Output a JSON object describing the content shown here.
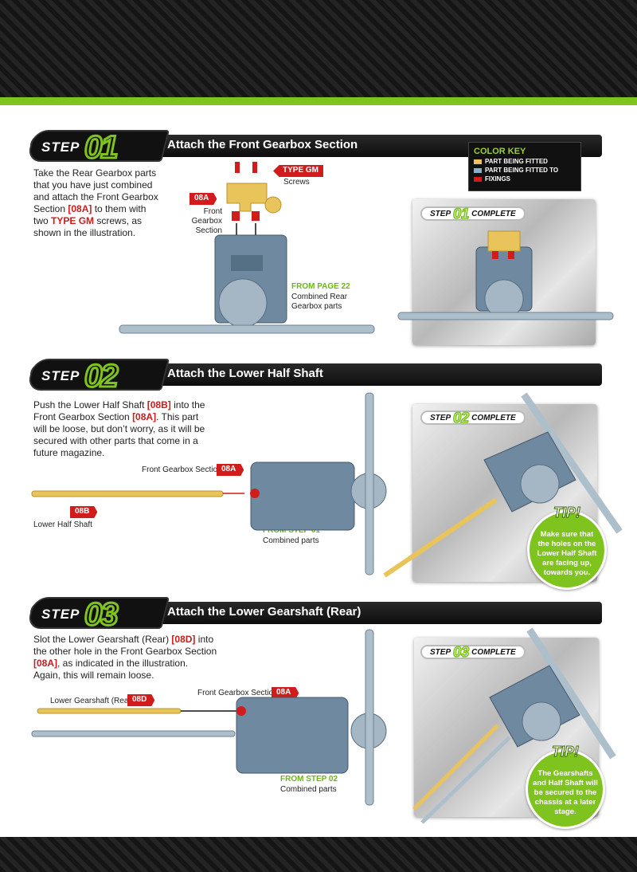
{
  "colors": {
    "accent_green": "#7fc31f",
    "tag_red": "#d21c1c",
    "part_yellow": "#e8c45a",
    "part_blue": "#7f9cb0",
    "fixing_red": "#d21c1c"
  },
  "color_key": {
    "title": "COLOR KEY",
    "items": [
      {
        "label": "PART BEING FITTED",
        "color": "#e8c45a"
      },
      {
        "label": "PART BEING FITTED TO",
        "color": "#8fb0c9"
      },
      {
        "label": "FIXINGS",
        "color": "#d21c1c"
      }
    ]
  },
  "steps": [
    {
      "word": "STEP",
      "num": "01",
      "title": "Attach the Front Gearbox Section",
      "text": [
        "Take the Rear Gearbox parts",
        "that you have just combined",
        "and attach the Front Gearbox",
        "Section ",
        "[08A]",
        " to them with",
        "two ",
        "TYPE GM",
        " screws, as",
        "shown in the illustration."
      ],
      "tag_screws": "TYPE GM",
      "label_screws": "Screws",
      "tag_part": "08A",
      "label_part": "Front Gearbox\nSection",
      "from_title": "FROM PAGE 22",
      "from_label": "Combined Rear\nGearbox parts",
      "complete": {
        "word": "STEP",
        "num": "01",
        "suffix": "COMPLETE"
      }
    },
    {
      "word": "STEP",
      "num": "02",
      "title": "Attach the Lower Half Shaft",
      "text_parts": [
        "Push the Lower Half Shaft ",
        "[08B]",
        " into the",
        "Front Gearbox Section ",
        "[08A]",
        ". This part",
        "will be loose, but don’t worry, as it will be",
        "secured with other parts that come in a",
        "future magazine."
      ],
      "label_section": "Front Gearbox Section",
      "tag_section": "08A",
      "tag_shaft": "08B",
      "label_shaft": "Lower Half Shaft",
      "from_title": "FROM STEP 01",
      "from_label": "Combined parts",
      "complete": {
        "word": "STEP",
        "num": "02",
        "suffix": "COMPLETE"
      },
      "tip": {
        "title": "TIP!",
        "text": "Make sure that the holes on the Lower Half Shaft are facing up, towards you."
      }
    },
    {
      "word": "STEP",
      "num": "03",
      "title": "Attach the Lower Gearshaft (Rear)",
      "label_section": "Front Gearbox Section",
      "tag_section": "08A",
      "label_shaft": "Lower Gearshaft (Rear)",
      "tag_shaft": "08D",
      "from_title": "FROM STEP 02",
      "from_label": "Combined parts",
      "complete": {
        "word": "STEP",
        "num": "03",
        "suffix": "COMPLETE"
      },
      "tip": {
        "title": "TIP!",
        "text": "The Gearshafts and Half Shaft will be secured to the chassis at a later stage."
      }
    }
  ],
  "step3_text": {
    "l1a": "Slot the Lower Gearshaft (Rear) ",
    "l1b": "[08D]",
    "l1c": " into",
    "l2": "the other hole in the Front Gearbox Section",
    "l3a": "[08A]",
    "l3b": ", as indicated in the illustration.",
    "l4": "Again, this will remain loose."
  }
}
